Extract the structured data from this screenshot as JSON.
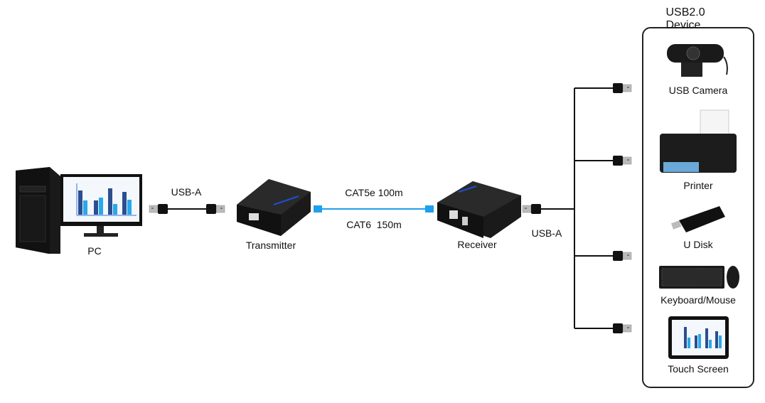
{
  "device_group": {
    "title": "USB2.0 Device",
    "devices": [
      {
        "label": "USB Camera",
        "icon": "webcam-icon"
      },
      {
        "label": "Printer",
        "icon": "printer-icon"
      },
      {
        "label": "U Disk",
        "icon": "usb-flash-drive-icon"
      },
      {
        "label": "Keyboard/Mouse",
        "icon": "keyboard-mouse-icon"
      },
      {
        "label": "Touch Screen",
        "icon": "tablet-touch-screen-icon"
      }
    ]
  },
  "nodes": {
    "pc": "PC",
    "transmitter": "Transmitter",
    "receiver": "Receiver"
  },
  "links": {
    "pc_to_tx": "USB-A",
    "cable_line1": "CAT5e 100m",
    "cable_line2": "CAT6  150m",
    "rx_to_devices": "USB-A"
  },
  "colors": {
    "network_cable": "#1fa0ea",
    "lines": "#111111",
    "chart_dark": "#2b4f8f",
    "chart_light": "#29a8ea"
  }
}
